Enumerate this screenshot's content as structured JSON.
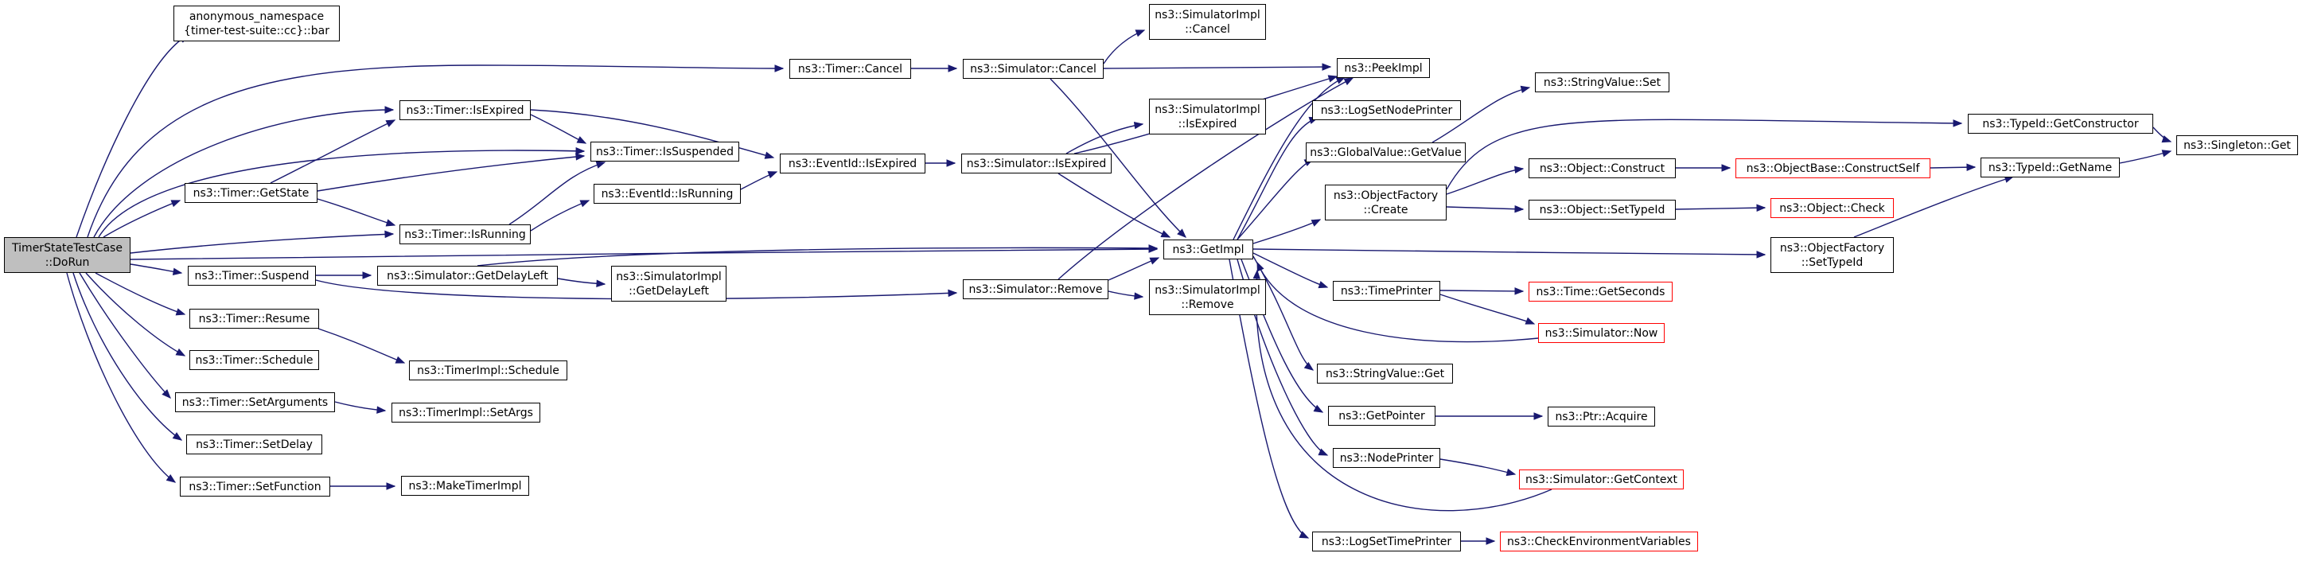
{
  "diagram": {
    "root": "TimerStateTestCase\n::DoRun",
    "nodes": {
      "root": "TimerStateTestCase\n::DoRun",
      "anon_bar": "anonymous_namespace\n{timer-test-suite::cc}::bar",
      "timer_cancel": "ns3::Timer::Cancel",
      "timer_isexpired": "ns3::Timer::IsExpired",
      "timer_issuspended": "ns3::Timer::IsSuspended",
      "timer_getstate": "ns3::Timer::GetState",
      "timer_isrunning": "ns3::Timer::IsRunning",
      "timer_suspend": "ns3::Timer::Suspend",
      "timer_resume": "ns3::Timer::Resume",
      "timer_schedule": "ns3::Timer::Schedule",
      "timer_setarguments": "ns3::Timer::SetArguments",
      "timer_setdelay": "ns3::Timer::SetDelay",
      "timer_setfunction": "ns3::Timer::SetFunction",
      "eventid_isrunning": "ns3::EventId::IsRunning",
      "sim_getdelayleft": "ns3::Simulator::GetDelayLeft",
      "timerimpl_schedule": "ns3::TimerImpl::Schedule",
      "timerimpl_setargs": "ns3::TimerImpl::SetArgs",
      "maketimerimpl": "ns3::MakeTimerImpl",
      "eventid_isexpired": "ns3::EventId::IsExpired",
      "simimpl_getdelayleft": "ns3::SimulatorImpl\n::GetDelayLeft",
      "sim_cancel": "ns3::Simulator::Cancel",
      "sim_isexpired": "ns3::Simulator::IsExpired",
      "sim_remove": "ns3::Simulator::Remove",
      "simimpl_cancel": "ns3::SimulatorImpl\n::Cancel",
      "simimpl_isexpired": "ns3::SimulatorImpl\n::IsExpired",
      "getimpl": "ns3::GetImpl",
      "simimpl_remove": "ns3::SimulatorImpl\n::Remove",
      "peekimpl": "ns3::PeekImpl",
      "logsetnodeprinter": "ns3::LogSetNodePrinter",
      "globalvalue_getvalue": "ns3::GlobalValue::GetValue",
      "objectfactory_create": "ns3::ObjectFactory\n::Create",
      "timeprinter": "ns3::TimePrinter",
      "stringvalue_get": "ns3::StringValue::Get",
      "getpointer": "ns3::GetPointer",
      "nodeprinter": "ns3::NodePrinter",
      "logsettimeprinter": "ns3::LogSetTimePrinter",
      "stringvalue_set": "ns3::StringValue::Set",
      "object_construct": "ns3::Object::Construct",
      "object_settypeid": "ns3::Object::SetTypeId",
      "time_getseconds": "ns3::Time::GetSeconds",
      "sim_now": "ns3::Simulator::Now",
      "ptr_acquire": "ns3::Ptr::Acquire",
      "sim_getcontext": "ns3::Simulator::GetContext",
      "checkenvvars": "ns3::CheckEnvironmentVariables",
      "objectbase_constructself": "ns3::ObjectBase::ConstructSelf",
      "object_check": "ns3::Object::Check",
      "objectfactory_settypeid": "ns3::ObjectFactory\n::SetTypeId",
      "typeid_getconstructor": "ns3::TypeId::GetConstructor",
      "typeid_getname": "ns3::TypeId::GetName",
      "singleton_get": "ns3::Singleton::Get"
    }
  },
  "colors": {
    "edge": "#191970",
    "root_fill": "#bfbfbf",
    "node_border": "#000000",
    "truncated_border": "#ff0000"
  }
}
